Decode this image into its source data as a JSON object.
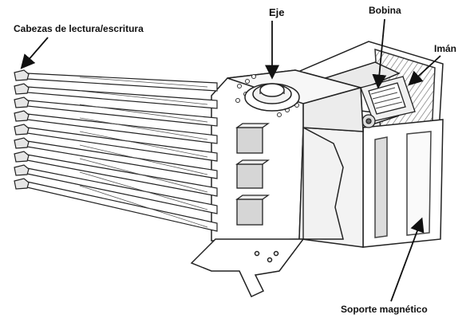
{
  "diagram": {
    "labels": {
      "heads": "Cabezas de lectura/escritura",
      "axis": "Eje",
      "coil": "Bobina",
      "magnet": "Imán",
      "base": "Soporte magnético"
    },
    "arm_count": 9,
    "line_color": "#222222",
    "fill_color": "#ffffff",
    "shade_color": "#e6e6e6"
  }
}
